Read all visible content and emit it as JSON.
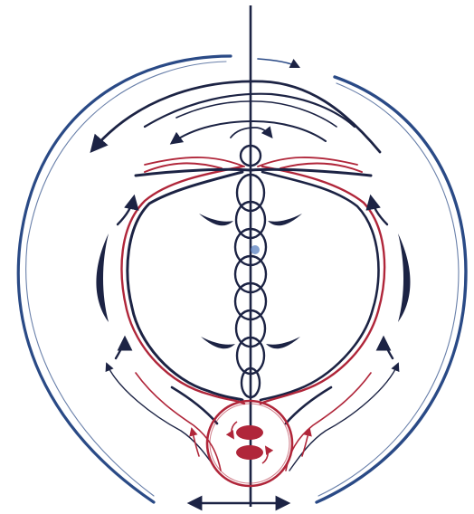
{
  "image": {
    "kind": "hand-drawn symbolic diagram",
    "text_labels": []
  },
  "colors": {
    "background": "#ffffff",
    "outer_blue": "#2a4a86",
    "ink_navy": "#1c2344",
    "ink_red": "#b0263a",
    "accent_blue": "#5a80c0"
  },
  "icons": [
    "vertical-axis-line",
    "outer-arc-left",
    "outer-arc-right",
    "top-arrow-arcs",
    "red-helix-loop",
    "navy-helix-loop",
    "central-spine",
    "crescent-marks",
    "side-lens-shapes",
    "bottom-circle",
    "horizontal-double-arrow"
  ]
}
